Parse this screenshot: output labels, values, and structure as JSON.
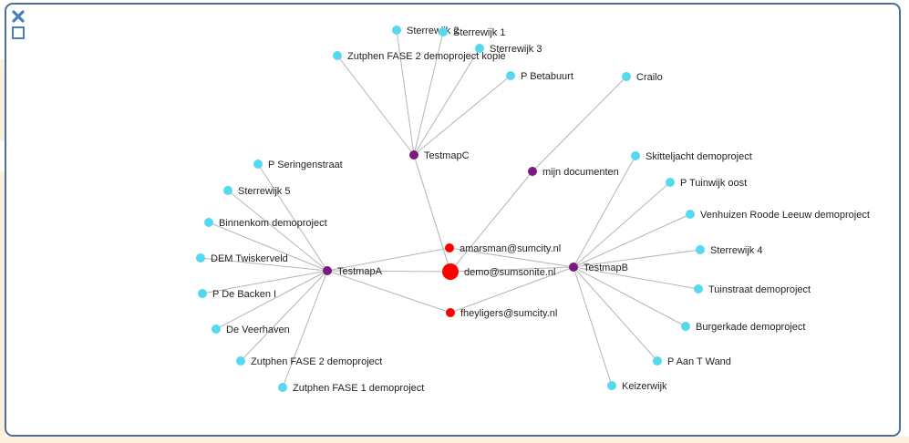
{
  "window": {
    "close_icon": "close-icon",
    "maximize_icon": "maximize-icon"
  },
  "colors": {
    "user_node": "#ff0000",
    "map_node": "#7a1a7a",
    "project_node": "#55d8f0",
    "edge": "#b5b5b5",
    "border": "#4a6f9e"
  },
  "graph": {
    "nodes": [
      {
        "id": "demo",
        "label": "demo@sumsonite.nl",
        "type": "user",
        "primary": true
      },
      {
        "id": "amarsman",
        "label": "amarsman@sumcity.nl",
        "type": "user"
      },
      {
        "id": "fheyligers",
        "label": "fheyligers@sumcity.nl",
        "type": "user"
      },
      {
        "id": "testmapA",
        "label": "TestmapA",
        "type": "map"
      },
      {
        "id": "testmapB",
        "label": "TestmapB",
        "type": "map"
      },
      {
        "id": "testmapC",
        "label": "TestmapC",
        "type": "map"
      },
      {
        "id": "mijndoc",
        "label": "mijn documenten",
        "type": "map"
      },
      {
        "id": "crailo",
        "label": "Crailo",
        "type": "project"
      },
      {
        "id": "sterrewijk2",
        "label": "Sterrewijk 2",
        "type": "project"
      },
      {
        "id": "sterrewijk1",
        "label": "Sterrewijk 1",
        "type": "project"
      },
      {
        "id": "sterrewijk3",
        "label": "Sterrewijk 3",
        "type": "project"
      },
      {
        "id": "zutphenKopie",
        "label": "Zutphen FASE 2 demoproject kopie",
        "type": "project"
      },
      {
        "id": "betabuurt",
        "label": "P Betabuurt",
        "type": "project"
      },
      {
        "id": "seringen",
        "label": "P Seringenstraat",
        "type": "project"
      },
      {
        "id": "sterrewijk5",
        "label": "Sterrewijk 5",
        "type": "project"
      },
      {
        "id": "binnenkom",
        "label": "Binnenkom demoproject",
        "type": "project"
      },
      {
        "id": "twiskerveld",
        "label": "DEM Twiskerveld",
        "type": "project"
      },
      {
        "id": "debacken",
        "label": "P De Backen I",
        "type": "project"
      },
      {
        "id": "veerhaven",
        "label": "De Veerhaven",
        "type": "project"
      },
      {
        "id": "zutphen2",
        "label": "Zutphen FASE 2 demoproject",
        "type": "project"
      },
      {
        "id": "zutphen1",
        "label": "Zutphen FASE 1 demoproject",
        "type": "project"
      },
      {
        "id": "skitteljacht",
        "label": "Skitteljacht demoproject",
        "type": "project"
      },
      {
        "id": "tuinwijk",
        "label": "P Tuinwijk oost",
        "type": "project"
      },
      {
        "id": "venhuizen",
        "label": "Venhuizen Roode Leeuw demoproject",
        "type": "project"
      },
      {
        "id": "sterrewijk4",
        "label": "Sterrewijk 4",
        "type": "project"
      },
      {
        "id": "tuinstraat",
        "label": "Tuinstraat demoproject",
        "type": "project"
      },
      {
        "id": "burgerkade",
        "label": "Burgerkade demoproject",
        "type": "project"
      },
      {
        "id": "aantwand",
        "label": "P Aan T Wand",
        "type": "project"
      },
      {
        "id": "keizerwijk",
        "label": "Keizerwijk",
        "type": "project"
      }
    ],
    "edges": [
      [
        "testmapC",
        "demo"
      ],
      [
        "mijndoc",
        "demo"
      ],
      [
        "amarsman",
        "testmapA"
      ],
      [
        "amarsman",
        "testmapB"
      ],
      [
        "demo",
        "testmapA"
      ],
      [
        "demo",
        "testmapB"
      ],
      [
        "fheyligers",
        "testmapA"
      ],
      [
        "fheyligers",
        "testmapB"
      ],
      [
        "mijndoc",
        "crailo"
      ],
      [
        "testmapC",
        "sterrewijk2"
      ],
      [
        "testmapC",
        "sterrewijk1"
      ],
      [
        "testmapC",
        "sterrewijk3"
      ],
      [
        "testmapC",
        "zutphenKopie"
      ],
      [
        "testmapC",
        "betabuurt"
      ],
      [
        "testmapA",
        "seringen"
      ],
      [
        "testmapA",
        "sterrewijk5"
      ],
      [
        "testmapA",
        "binnenkom"
      ],
      [
        "testmapA",
        "twiskerveld"
      ],
      [
        "testmapA",
        "debacken"
      ],
      [
        "testmapA",
        "veerhaven"
      ],
      [
        "testmapA",
        "zutphen2"
      ],
      [
        "testmapA",
        "zutphen1"
      ],
      [
        "testmapB",
        "skitteljacht"
      ],
      [
        "testmapB",
        "tuinwijk"
      ],
      [
        "testmapB",
        "venhuizen"
      ],
      [
        "testmapB",
        "sterrewijk4"
      ],
      [
        "testmapB",
        "tuinstraat"
      ],
      [
        "testmapB",
        "burgerkade"
      ],
      [
        "testmapB",
        "aantwand"
      ],
      [
        "testmapB",
        "keizerwijk"
      ]
    ]
  }
}
